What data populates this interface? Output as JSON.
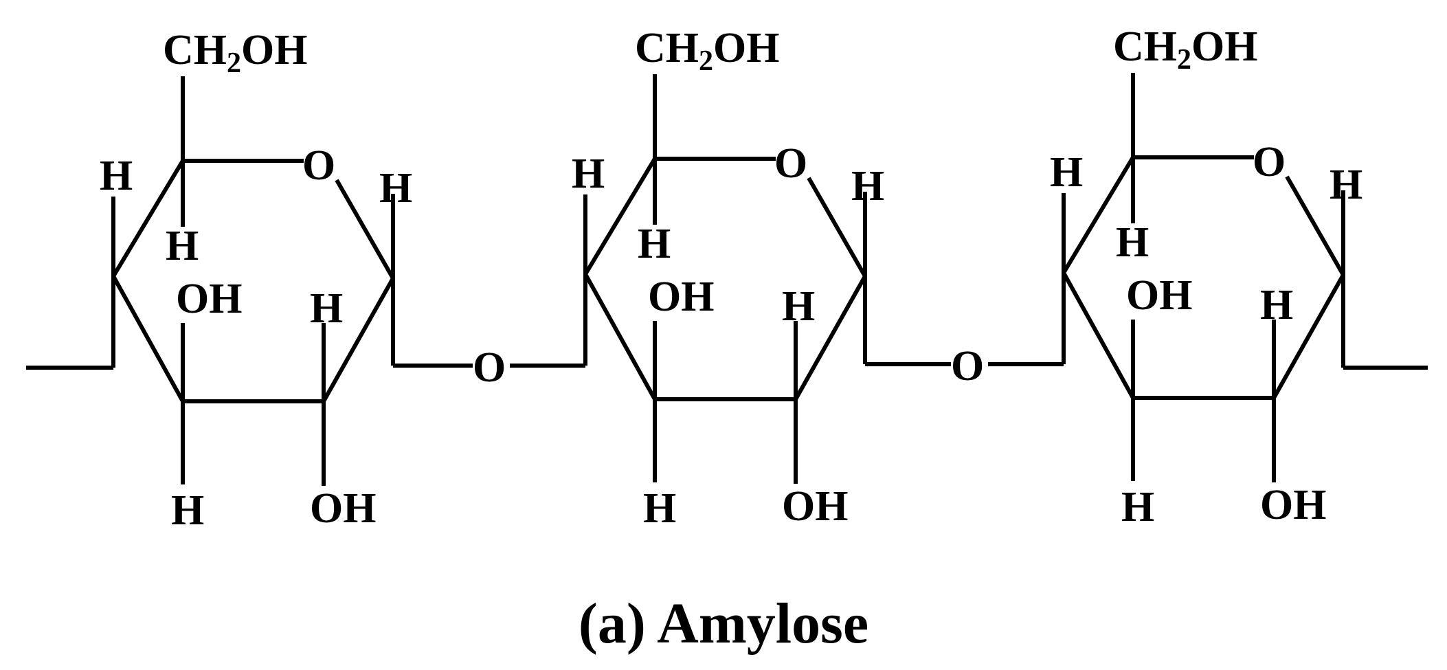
{
  "labels": {
    "ring_oxygen": "O",
    "hydrogen": "H",
    "hydroxyl": "OH",
    "glycosidic_oxygen": "O",
    "ch2oh_main": "CH",
    "ch2oh_subscript": "2",
    "ch2oh_tail": "OH"
  },
  "units": [
    {
      "name": "glucose-unit-1"
    },
    {
      "name": "glucose-unit-2"
    },
    {
      "name": "glucose-unit-3"
    }
  ],
  "caption": "(a) Amylose",
  "colors": {
    "line": "#000000",
    "background": "#ffffff"
  }
}
